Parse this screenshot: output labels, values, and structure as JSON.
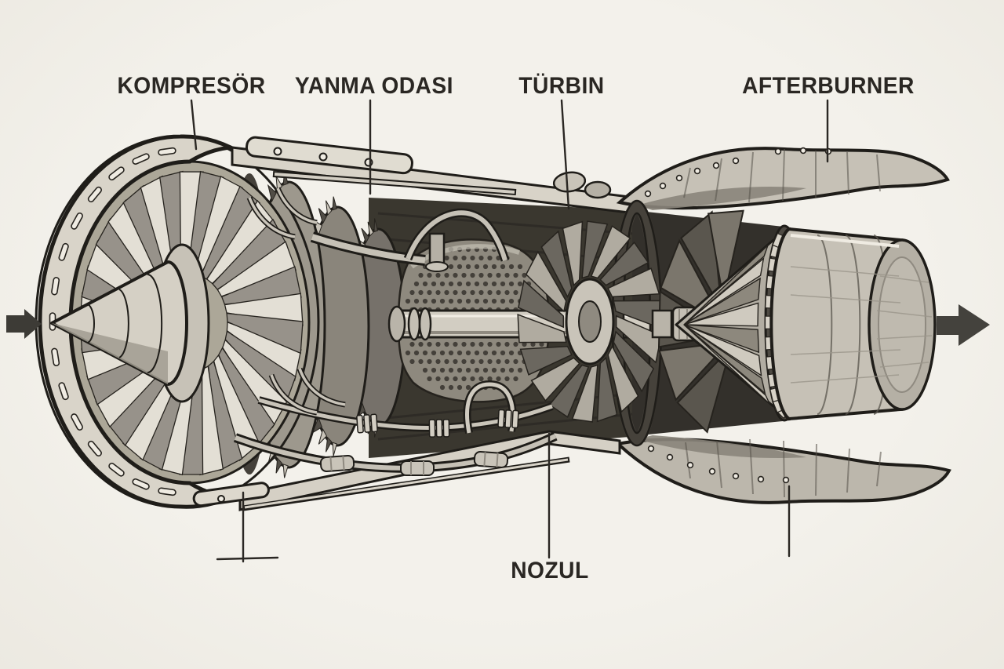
{
  "diagram": {
    "subject": "jet-engine-cutaway",
    "labels": {
      "kompresor": "KOMPRESÖR",
      "yanma_odasi": "YANMA ODASI",
      "turbin": "TÜRBIN",
      "afterburner": "AFTERBURNER",
      "nozul": "NOZUL"
    },
    "colors": {
      "background": "#f1efe9",
      "ink": "#1f1d19",
      "label_text": "#2a2723",
      "arrow": "#3d3b36",
      "metal_light": "#ddd8cd",
      "metal_mid": "#aca798",
      "metal_dark": "#716c63",
      "interior": "#3a372f"
    },
    "icons": {
      "inlet": "airflow-in-arrow",
      "exhaust": "exhaust-out-arrow"
    }
  }
}
